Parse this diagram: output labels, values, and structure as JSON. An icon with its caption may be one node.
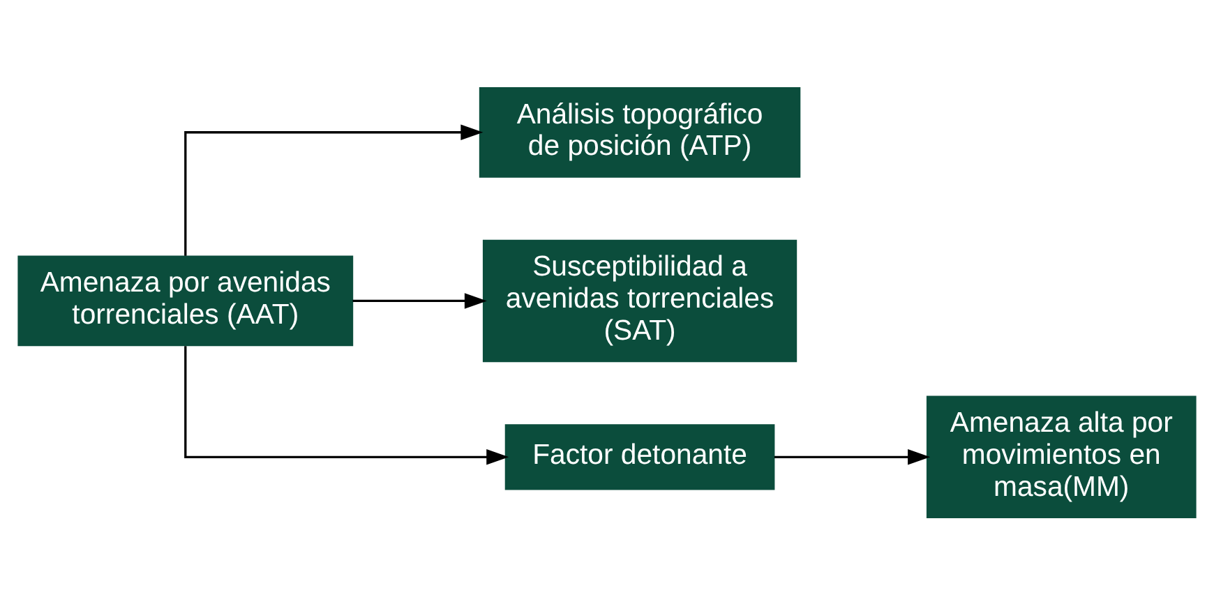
{
  "diagram": {
    "nodes": [
      {
        "text": [
          "Amenaza por avenidas torrenciales (AAT)"
        ]
      },
      {
        "text": [
          "Análisis topográfico de posición (ATP)"
        ]
      },
      {
        "text": [
          "Susceptibilidad a avenidas torrenciales (SAT)"
        ]
      },
      {
        "text": [
          "Factor detonante"
        ]
      },
      {
        "text": [
          "Amenaza alta por movimientos en masa(MM)"
        ]
      }
    ],
    "edges": [
      {
        "from": 0,
        "to": 1,
        "arrow": "to"
      },
      {
        "from": 0,
        "to": 2,
        "arrow": "to"
      },
      {
        "from": 0,
        "to": 3,
        "arrow": "to"
      },
      {
        "from": 3,
        "to": 4,
        "arrow": "to"
      }
    ]
  }
}
